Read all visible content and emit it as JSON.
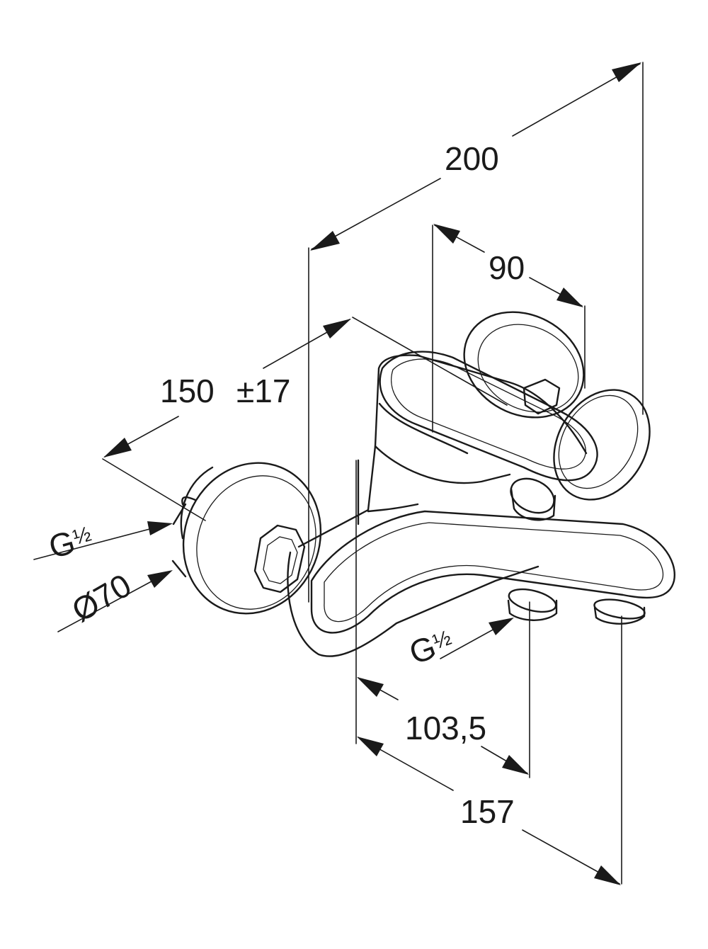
{
  "dimensions": {
    "total_length": "200",
    "handle_spacing": "90",
    "center_distance": "150",
    "tolerance": "±17",
    "spout_inlet": "103,5",
    "spout_depth": "157",
    "thread_inlet": "G",
    "thread_fraction": "½",
    "escutcheon_diameter": "Ø70",
    "thread_outlet": "G",
    "thread_outlet_fraction": "½"
  },
  "colors": {
    "line": "#1a1a1a",
    "background": "#ffffff"
  }
}
